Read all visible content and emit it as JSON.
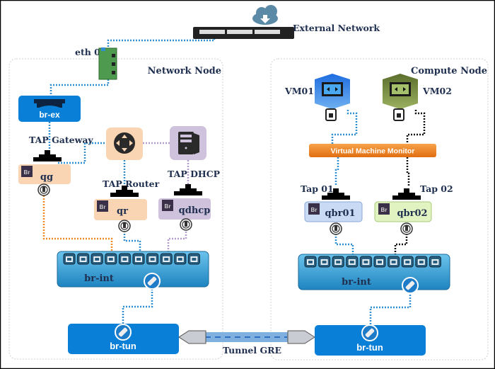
{
  "external": {
    "label": "External Network",
    "nic_label": "eth 0"
  },
  "network_node": {
    "title": "Network Node",
    "br_ex": "br-ex",
    "tap_gateway": "TAP Gateway",
    "tap_router": "TAP Router",
    "tap_dhcp": "TAP DHCP",
    "qg": "qg",
    "qr": "qr",
    "qdhcp": "qdhcp",
    "br_badge": "Br",
    "br_int": "br-int",
    "br_tun": "br-tun"
  },
  "compute_node": {
    "title": "Compute Node",
    "vm1": "VM01",
    "vm2": "VM02",
    "vmm": "Virtual Machine  Monitor",
    "tap1": "Tap 01",
    "tap2": "Tap 02",
    "qbr1": "qbr01",
    "qbr2": "qbr02",
    "br_badge": "Br",
    "br_int": "br-int",
    "br_tun": "br-tun"
  },
  "tunnel": {
    "label": "Tunnel GRE"
  },
  "colors": {
    "bridge_blue": "#0a7fd8",
    "br_int_blue": "#3aa0d8",
    "orange": "#f08a24",
    "peach": "#f9d5b4",
    "lavender": "#cfc2dc",
    "qbr01": "#c9daf5",
    "qbr02": "#e2f3c2",
    "text": "#1f2f4f"
  }
}
